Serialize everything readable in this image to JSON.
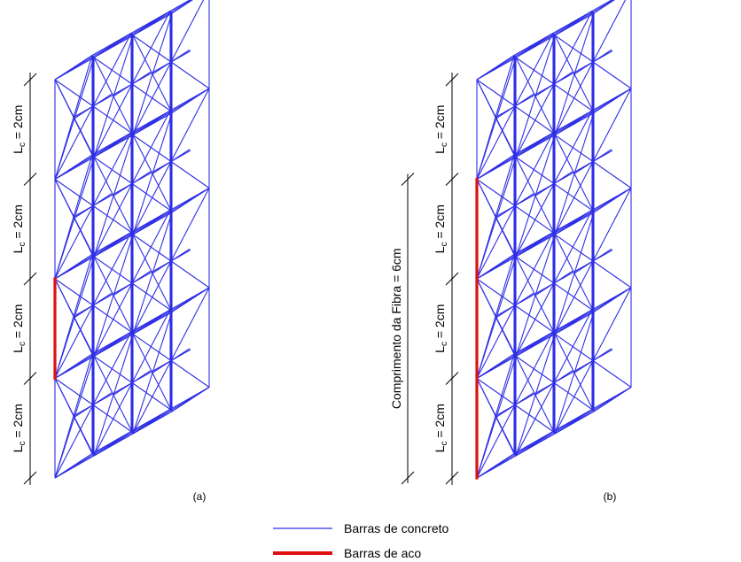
{
  "panels": [
    {
      "id": "a",
      "caption": "(a)",
      "dimension_labels": [
        "L",
        "L",
        "L",
        "L"
      ],
      "dimension_subscript": "c",
      "dimension_value": "= 2cm",
      "steel_bar_segments": [
        [
          1,
          2
        ]
      ]
    },
    {
      "id": "b",
      "caption": "(b)",
      "dimension_labels": [
        "L",
        "L",
        "L",
        "L"
      ],
      "dimension_subscript": "c",
      "dimension_value": "= 2cm",
      "fiber_length_label": "Comprimento da Fibra  = 6cm",
      "steel_bar_segments": [
        [
          0,
          3
        ]
      ]
    }
  ],
  "legend": {
    "items": [
      {
        "label": "Barras de concreto",
        "color": "#2e2ee6"
      },
      {
        "label": "Barras de aco",
        "color": "#e01010"
      }
    ]
  },
  "colors": {
    "lattice": "#2e2ee6",
    "steel": "#e01010",
    "dimension": "#000000"
  }
}
